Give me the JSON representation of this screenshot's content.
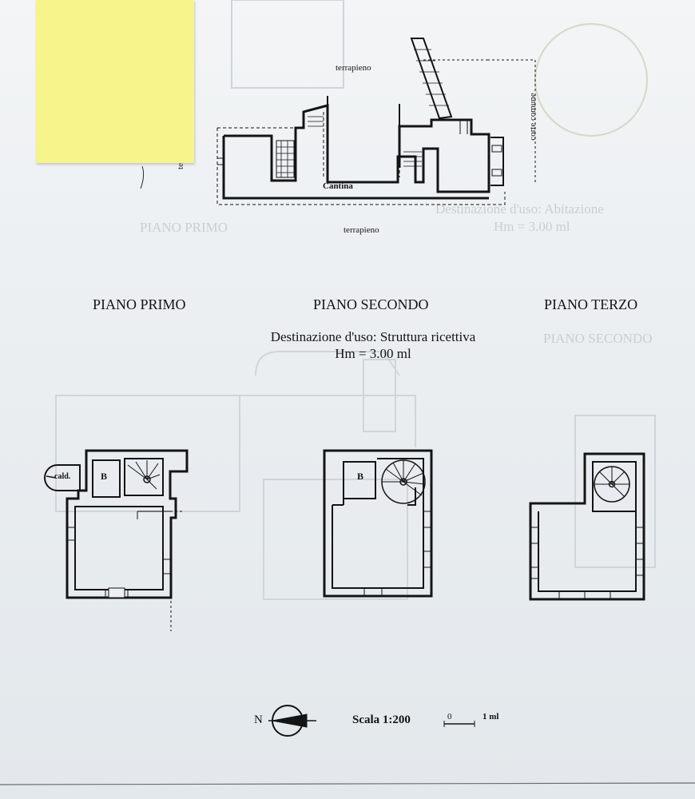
{
  "basement": {
    "label_top": "terrapieno",
    "label_cellar": "Cantina",
    "label_bottom": "terrapieno",
    "label_right": "corte comune",
    "label_left_fragment": "te"
  },
  "floors": [
    {
      "id": "primo",
      "title": "PIANO PRIMO",
      "boiler_label": "cald.",
      "bath_label": "B"
    },
    {
      "id": "secondo",
      "title": "PIANO SECONDO",
      "bath_label": "B"
    },
    {
      "id": "terzo",
      "title": "PIANO TERZO"
    }
  ],
  "destination": {
    "line1": "Destinazione d'uso: Struttura ricettiva",
    "line2": "Hm = 3.00 ml"
  },
  "legend": {
    "north": "N",
    "scale": "Scala 1:200",
    "scalebar_zero": "0",
    "scalebar_end": "1 ml"
  },
  "faint_background": {
    "dest_line1": "Destinazione d'uso: Abitazione",
    "dest_line2": "Hm = 3.00 ml",
    "floor_left": "PIANO PRIMO",
    "floor_right": "PIANO SECONDO"
  },
  "colors": {
    "paper": "#eef1f3",
    "ink": "#141414",
    "postit": "#f7f48c",
    "ghost": "#c8ced3"
  }
}
